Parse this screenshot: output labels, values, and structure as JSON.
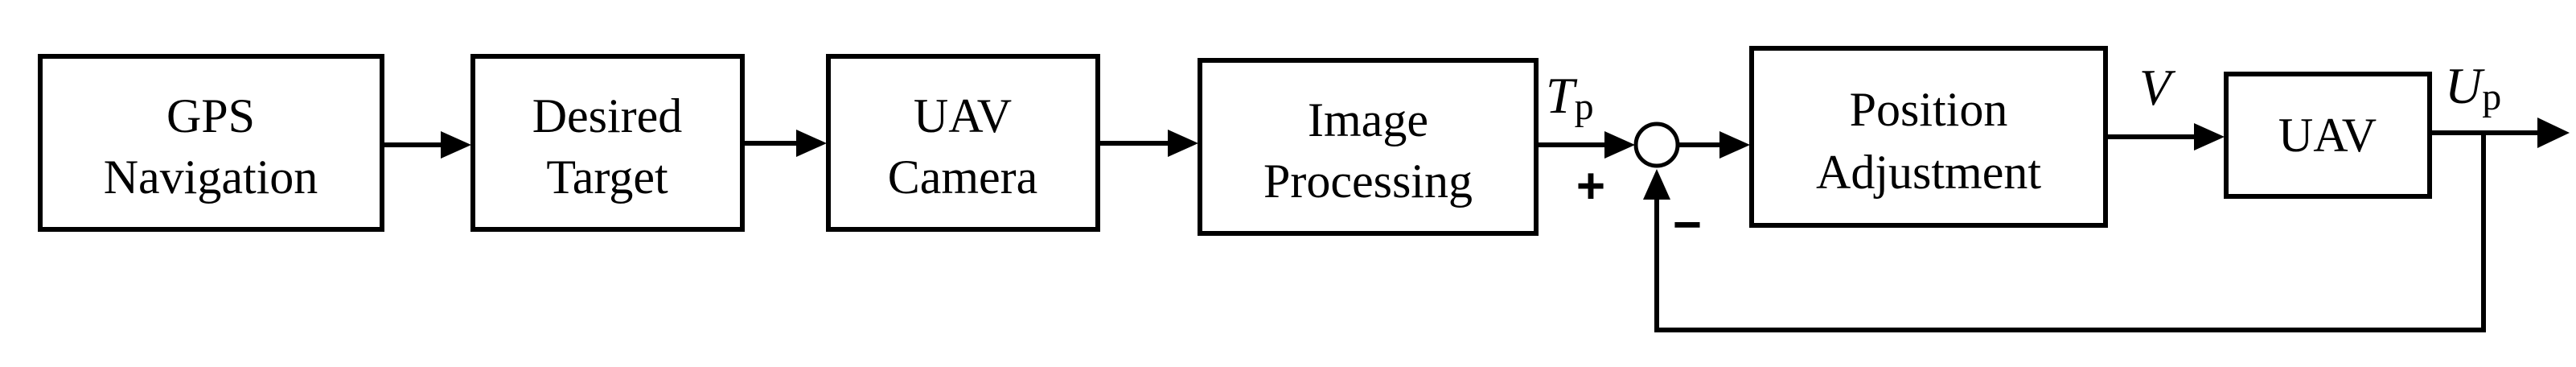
{
  "blocks": {
    "gps_navigation": [
      "GPS",
      "Navigation"
    ],
    "desired_target": [
      "Desired",
      "Target"
    ],
    "uav_camera": [
      "UAV",
      "Camera"
    ],
    "image_processing": [
      "Image",
      "Processing"
    ],
    "position_adjustment": [
      "Position",
      "Adjustment"
    ],
    "uav": [
      "UAV"
    ]
  },
  "signals": {
    "tp": {
      "symbol": "T",
      "subscript": "p"
    },
    "v": {
      "symbol": "V"
    },
    "up": {
      "symbol": "U",
      "subscript": "p"
    }
  },
  "summing_junction": {
    "plus_sign": "+",
    "minus_sign": "−"
  }
}
